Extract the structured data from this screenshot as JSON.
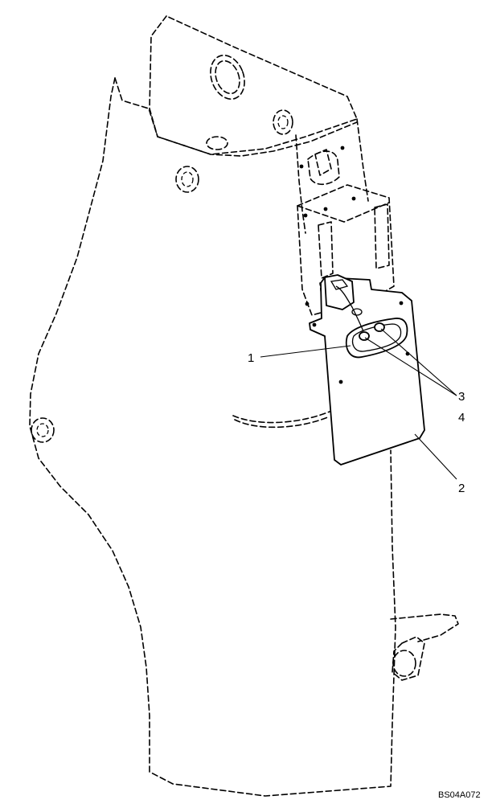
{
  "callouts": {
    "c1": "1",
    "c2": "2",
    "c3": "3",
    "c4": "4"
  },
  "drawing_code": "BS04A072",
  "colors": {
    "line": "#000000",
    "background": "#ffffff"
  }
}
